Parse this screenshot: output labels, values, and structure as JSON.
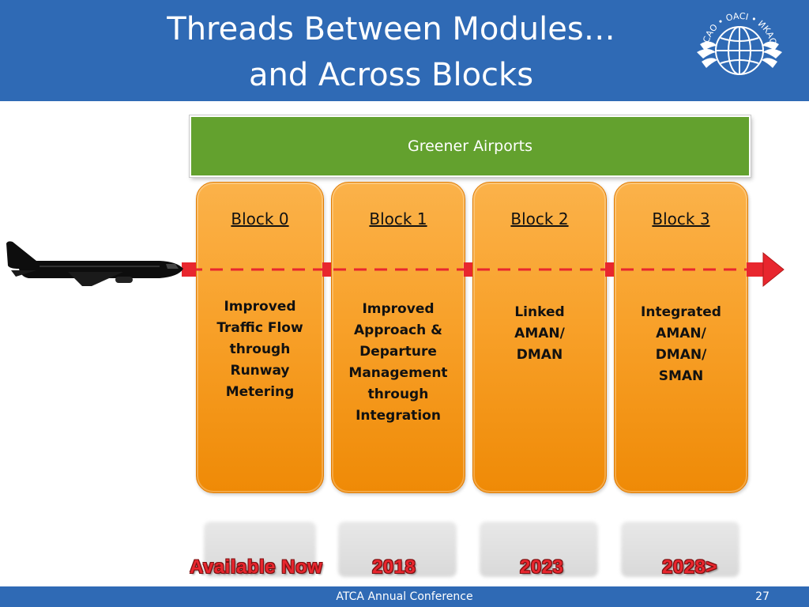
{
  "header": {
    "title_line1": "Threads Between Modules…",
    "title_line2": "and Across Blocks",
    "logo": {
      "icon": "icao-emblem-icon",
      "ring_text": "ICAO • OACI • ИКАО"
    }
  },
  "banner": {
    "label": "Greener Airports"
  },
  "blocks": [
    {
      "title": "Block 0",
      "description": "Improved\nTraffic Flow\nthrough\nRunway\nMetering"
    },
    {
      "title": "Block 1",
      "description": "Improved\nApproach &\nDeparture\nManagement\nthrough\nIntegration"
    },
    {
      "title": "Block 2",
      "description": "Linked\nAMAN/\nDMAN"
    },
    {
      "title": "Block 3",
      "description": "Integrated\nAMAN/\nDMAN/\nSMAN"
    }
  ],
  "timeline": [
    "Available Now",
    "2018",
    "2023",
    "2028>"
  ],
  "footer": {
    "text": "ATCA Annual Conference",
    "page_number": "27"
  },
  "colors": {
    "header_blue": "#2f6ab5",
    "banner_green": "#63a12e",
    "block_orange": "#f8a12a",
    "arrow_red": "#e8262e",
    "year_red": "#e8262e"
  }
}
